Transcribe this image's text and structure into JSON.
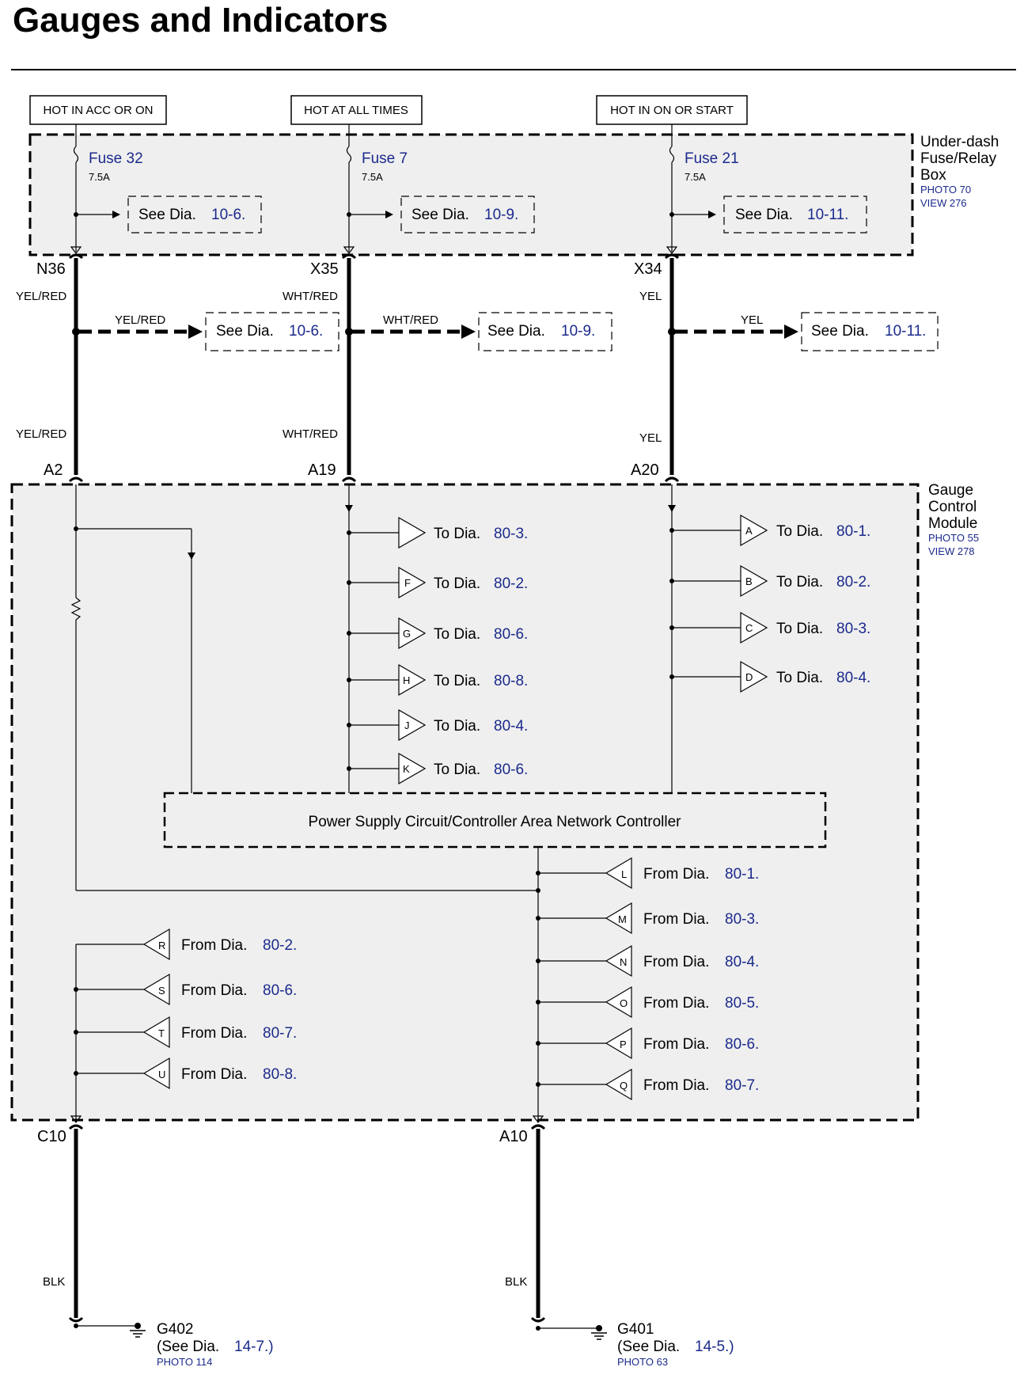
{
  "title": "Gauges and Indicators",
  "power_sources": [
    "HOT IN ACC OR ON",
    "HOT AT ALL TIMES",
    "HOT IN ON OR START"
  ],
  "fuse_box": {
    "name_lines": [
      "Under-dash",
      "Fuse/Relay",
      "Box"
    ],
    "photo": "PHOTO 70",
    "view": "VIEW 276",
    "fuses": [
      {
        "name": "Fuse 32",
        "rating": "7.5A",
        "see": "See Dia.",
        "ref": "10-6."
      },
      {
        "name": "Fuse 7",
        "rating": "7.5A",
        "see": "See Dia.",
        "ref": "10-9."
      },
      {
        "name": "Fuse 21",
        "rating": "7.5A",
        "see": "See Dia.",
        "ref": "10-11."
      }
    ]
  },
  "upper_connectors": [
    "N36",
    "X35",
    "X34"
  ],
  "wires": [
    {
      "color": "YEL/RED",
      "branch_color": "YEL/RED",
      "see": "See Dia.",
      "ref": "10-6.",
      "lower_color": "YEL/RED",
      "pin": "A2"
    },
    {
      "color": "WHT/RED",
      "branch_color": "WHT/RED",
      "see": "See Dia.",
      "ref": "10-9.",
      "lower_color": "WHT/RED",
      "pin": "A19"
    },
    {
      "color": "YEL",
      "branch_color": "YEL",
      "see": "See Dia.",
      "ref": "10-11.",
      "lower_color": "YEL",
      "pin": "A20"
    }
  ],
  "module": {
    "name_lines": [
      "Gauge",
      "Control",
      "Module"
    ],
    "photo": "PHOTO 55",
    "view": "VIEW 278",
    "controller": "Power Supply Circuit/Controller Area Network Controller"
  },
  "outputs_mid": [
    {
      "letter": "",
      "text": "To Dia.",
      "ref": "80-3."
    },
    {
      "letter": "F",
      "text": "To Dia.",
      "ref": "80-2."
    },
    {
      "letter": "G",
      "text": "To Dia.",
      "ref": "80-6."
    },
    {
      "letter": "H",
      "text": "To Dia.",
      "ref": "80-8."
    },
    {
      "letter": "J",
      "text": "To Dia.",
      "ref": "80-4."
    },
    {
      "letter": "K",
      "text": "To Dia.",
      "ref": "80-6."
    }
  ],
  "outputs_right": [
    {
      "letter": "A",
      "text": "To Dia.",
      "ref": "80-1."
    },
    {
      "letter": "B",
      "text": "To Dia.",
      "ref": "80-2."
    },
    {
      "letter": "C",
      "text": "To Dia.",
      "ref": "80-3."
    },
    {
      "letter": "D",
      "text": "To Dia.",
      "ref": "80-4."
    }
  ],
  "inputs_right": [
    {
      "letter": "L",
      "text": "From Dia.",
      "ref": "80-1."
    },
    {
      "letter": "M",
      "text": "From Dia.",
      "ref": "80-3."
    },
    {
      "letter": "N",
      "text": "From Dia.",
      "ref": "80-4."
    },
    {
      "letter": "O",
      "text": "From Dia.",
      "ref": "80-5."
    },
    {
      "letter": "P",
      "text": "From Dia.",
      "ref": "80-6."
    },
    {
      "letter": "Q",
      "text": "From Dia.",
      "ref": "80-7."
    }
  ],
  "inputs_left": [
    {
      "letter": "R",
      "text": "From Dia.",
      "ref": "80-2."
    },
    {
      "letter": "S",
      "text": "From Dia.",
      "ref": "80-6."
    },
    {
      "letter": "T",
      "text": "From Dia.",
      "ref": "80-7."
    },
    {
      "letter": "U",
      "text": "From Dia.",
      "ref": "80-8."
    }
  ],
  "grounds": [
    {
      "pin": "C10",
      "wire": "BLK",
      "name": "G402",
      "see": "(See Dia.",
      "ref": "14-7.)",
      "photo": "PHOTO 114"
    },
    {
      "pin": "A10",
      "wire": "BLK",
      "name": "G401",
      "see": "(See Dia.",
      "ref": "14-5.)",
      "photo": "PHOTO 63"
    }
  ]
}
